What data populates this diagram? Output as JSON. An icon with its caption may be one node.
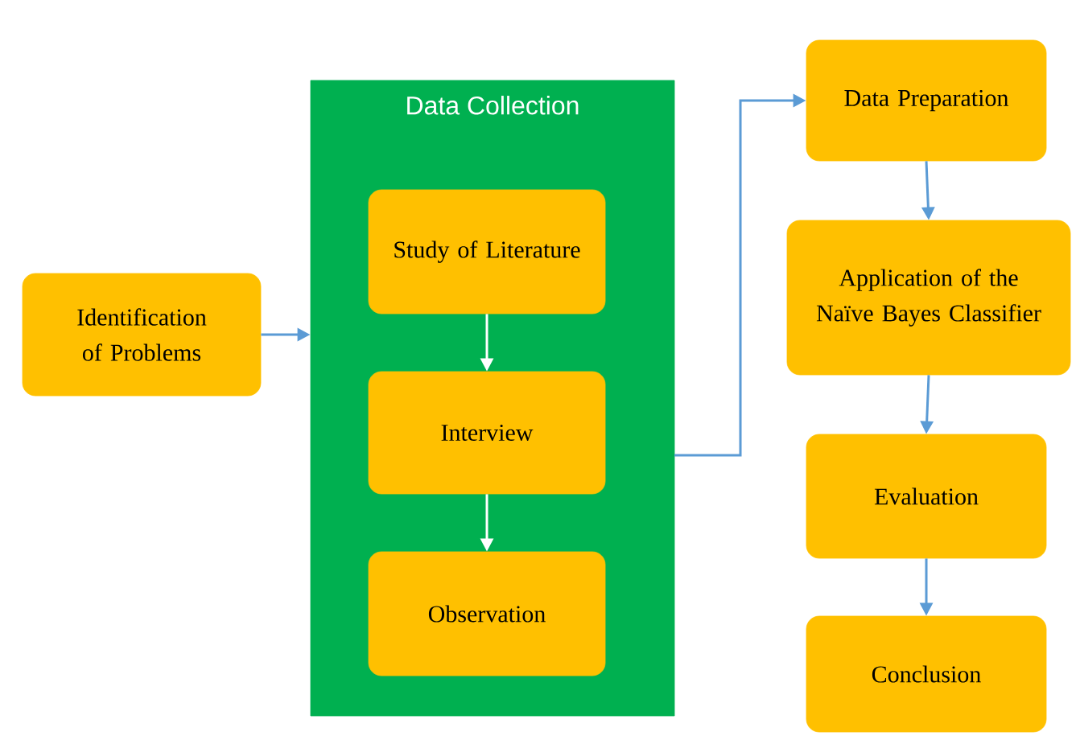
{
  "diagram": {
    "nodes": [
      {
        "text": [
          "Identification of Problems"
        ]
      },
      {
        "text": [
          "Data Collection"
        ]
      },
      {
        "text": [
          "Study of Literature"
        ],
        "in": 1
      },
      {
        "text": [
          "Interview"
        ],
        "in": 1
      },
      {
        "text": [
          "Observation"
        ],
        "in": 1
      },
      {
        "text": [
          "Data Preparation"
        ]
      },
      {
        "text": [
          "Application of the Naïve Bayes Classifier"
        ]
      },
      {
        "text": [
          "Evaluation"
        ]
      },
      {
        "text": [
          "Conclusion"
        ]
      }
    ],
    "edges": [
      {
        "from": 0,
        "to": 1,
        "arrow": "to"
      },
      {
        "from": 2,
        "to": 3,
        "arrow": "to",
        "color": "#ffffff"
      },
      {
        "from": 3,
        "to": 4,
        "arrow": "to",
        "color": "#ffffff"
      },
      {
        "from": 1,
        "to": 5,
        "arrow": "to"
      },
      {
        "from": 5,
        "to": 6,
        "arrow": "to"
      },
      {
        "from": 6,
        "to": 7,
        "arrow": "to"
      },
      {
        "from": 7,
        "to": 8,
        "arrow": "to"
      }
    ]
  }
}
